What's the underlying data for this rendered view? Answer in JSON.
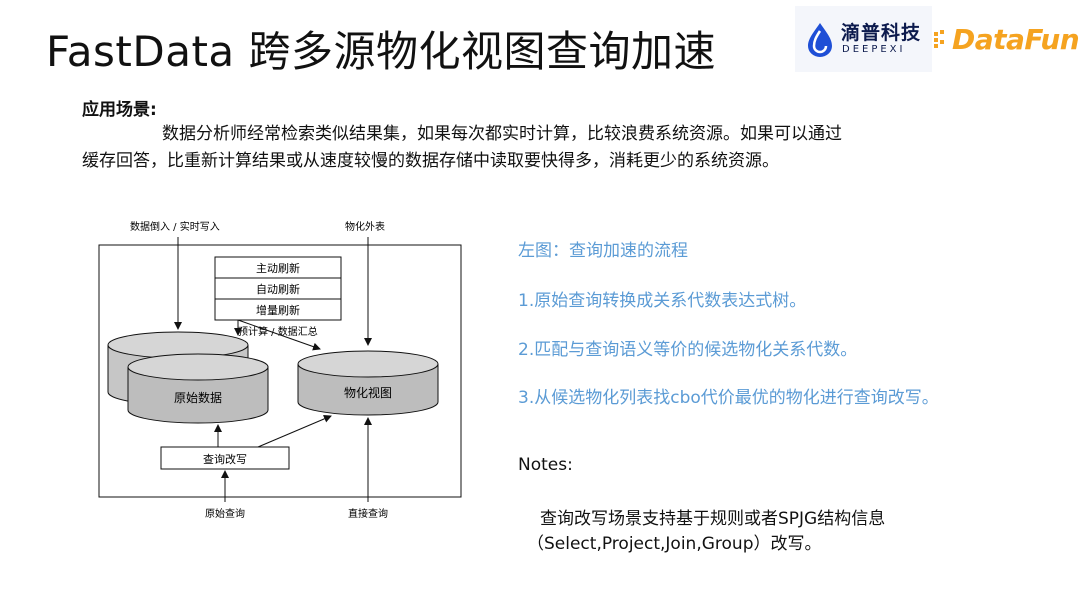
{
  "title": "FastData 跨多源物化视图查询加速",
  "logos": {
    "deepexi_cn": "滴普科技",
    "deepexi_en": "DEEPEXI",
    "datafun": "DataFun."
  },
  "scenario": {
    "heading": "应用场景:",
    "line1": "数据分析师经常检索类似结果集，如果每次都实时计算，比较浪费系统资源。如果可以通过",
    "line2": "缓存回答，比重新计算结果或从速度较慢的数据存储中读取要快得多，消耗更少的系统资源。"
  },
  "diagram": {
    "label_ingest": "数据倒入 / 实时写入",
    "label_external": "物化外表",
    "refresh_active": "主动刷新",
    "refresh_auto": "自动刷新",
    "refresh_incremental": "增量刷新",
    "label_precompute": "预计算 / 数据汇总",
    "raw_data": "原始数据",
    "mat_view": "物化视图",
    "query_rewrite": "查询改写",
    "raw_query": "原始查询",
    "direct_query": "直接查询"
  },
  "explanation": {
    "caption": "左图：查询加速的流程",
    "step1": "1.原始查询转换成关系代数表达式树。",
    "step2": "2.匹配与查询语义等价的候选物化关系代数。",
    "step3": "3.从候选物化列表找cbo代价最优的物化进行查询改写。"
  },
  "notes": {
    "heading": "Notes:",
    "line1": "查询改写场景支持基于规则或者SPJG结构信息",
    "line2": "（Select,Project,Join,Group）改写。"
  },
  "colors": {
    "accent_blue": "#5b9bd5",
    "datafun_orange": "#f5a320",
    "deepexi_blue": "#1f4fd6"
  }
}
